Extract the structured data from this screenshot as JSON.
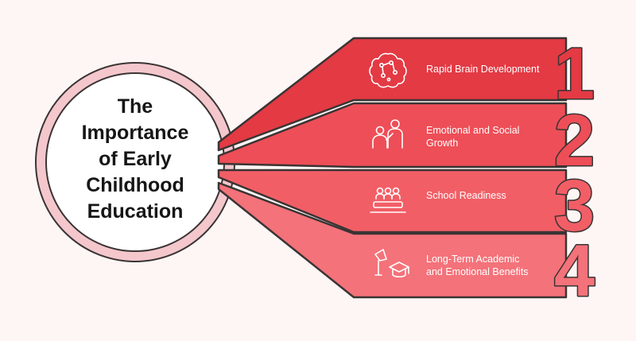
{
  "title_lines": [
    "The",
    "Importance",
    "of Early",
    "Childhood",
    "Education"
  ],
  "items": [
    {
      "number": "1",
      "label_lines": [
        "Rapid Brain Development"
      ],
      "icon": "brain-icon",
      "color": "#e33a44"
    },
    {
      "number": "2",
      "label_lines": [
        "Emotional and Social",
        "Growth"
      ],
      "icon": "people-icon",
      "color": "#ee4e57"
    },
    {
      "number": "3",
      "label_lines": [
        "School Readiness"
      ],
      "icon": "classroom-icon",
      "color": "#f25e66"
    },
    {
      "number": "4",
      "label_lines": [
        "Long-Term Academic",
        "and Emotional Benefits"
      ],
      "icon": "graduation-icon",
      "color": "#f4727a"
    }
  ],
  "colors": {
    "background": "#fdf6f5",
    "circle_ring": "#f4c7cd",
    "outline": "#3a3434"
  }
}
